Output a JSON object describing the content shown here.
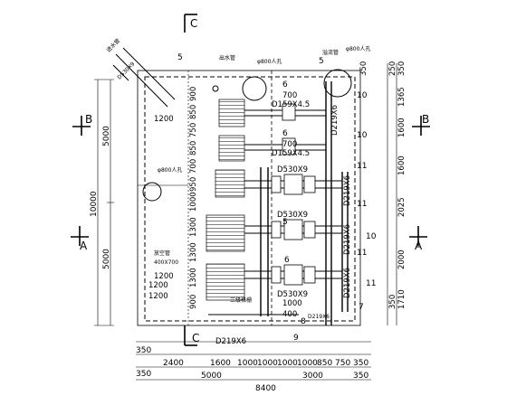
{
  "drawing": {
    "section_marks": [
      {
        "id": "sec-b-left",
        "letter": "B"
      },
      {
        "id": "sec-b-right",
        "letter": "B"
      },
      {
        "id": "sec-a-left",
        "letter": "A"
      },
      {
        "id": "sec-a-right",
        "letter": "A"
      },
      {
        "id": "sec-c-top",
        "letter": "C"
      },
      {
        "id": "sec-c-bottom",
        "letter": "C"
      }
    ],
    "left_dims": [
      "10000",
      "5000",
      "5000"
    ],
    "bottom_dims_row1": [
      "350",
      "2400",
      "1600",
      "1000",
      "1000",
      "1000",
      "1000",
      "850",
      "750",
      "350"
    ],
    "bottom_dims_row2": [
      "350",
      "5000",
      "3000",
      "350"
    ],
    "bottom_dims_total": "8400",
    "right_dims": [
      "350",
      "250",
      "350",
      "1365",
      "1600",
      "1600",
      "2025",
      "2000",
      "1710",
      "350"
    ],
    "inner_col_dims": [
      "900",
      "850",
      "750",
      "850",
      "700",
      "950",
      "1000",
      "1300",
      "1300",
      "1300",
      "900"
    ],
    "pipe_labels": [
      "D159X4.5",
      "D159X4.5",
      "D530X9",
      "D530X9",
      "D530X9",
      "D219X6",
      "D219X6",
      "D219X6",
      "D219X6",
      "D219X6"
    ],
    "item_numbers": [
      "5",
      "5",
      "6",
      "6",
      "6",
      "10",
      "10",
      "11",
      "11",
      "11",
      "7",
      "5",
      "8",
      "9",
      "10",
      "11"
    ],
    "misc_dims": [
      "700",
      "700",
      "1200",
      "1200",
      "1200",
      "1200",
      "1000",
      "400"
    ],
    "well_labels": [
      "φ800人孔",
      "φ800人孔",
      "φ800人孔"
    ],
    "small_notes": [
      "进水管",
      "D530X9",
      "出水管",
      "D219X6",
      "放空管",
      "溢流管",
      "400X700",
      "三级格栅"
    ]
  }
}
